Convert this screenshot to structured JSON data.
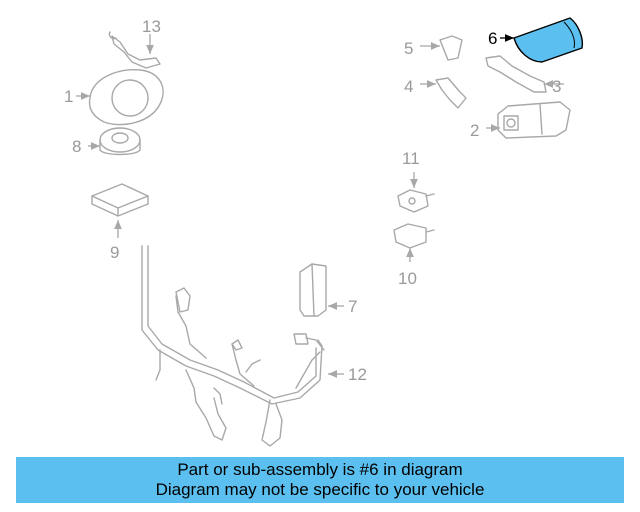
{
  "diagram": {
    "callouts": {
      "c1": "1",
      "c2": "2",
      "c3": "3",
      "c4": "4",
      "c5": "5",
      "c6": "6",
      "c7": "7",
      "c8": "8",
      "c9": "9",
      "c10": "10",
      "c11": "11",
      "c12": "12",
      "c13": "13"
    },
    "highlighted_part": "6",
    "highlight_color": "#5bc0f0",
    "line_color": "#a8a8a8"
  },
  "banner": {
    "line1": "Part or sub-assembly is #6 in diagram",
    "line2": "Diagram may not be specific to your vehicle",
    "background": "#5bc0f0"
  }
}
